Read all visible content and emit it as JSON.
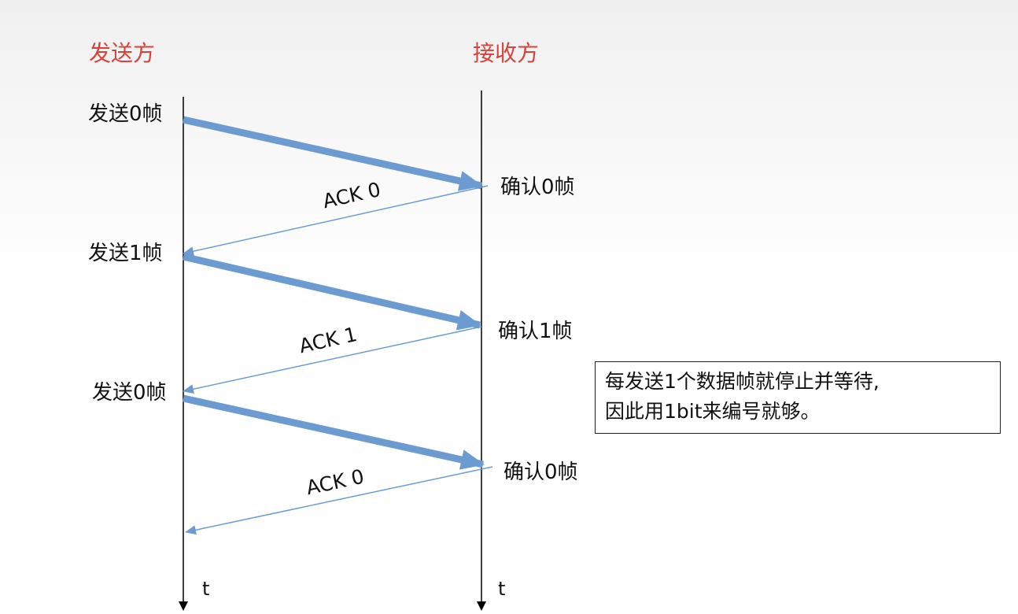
{
  "parties": {
    "sender": "发送方",
    "receiver": "接收方"
  },
  "time_label": "t",
  "colors": {
    "party_label": "#d9413a",
    "frame_arrow": "#6b9bd1",
    "ack_arrow": "#6b9bd1",
    "timeline": "#000000"
  },
  "sender_events": [
    "发送0帧",
    "发送1帧",
    "发送0帧"
  ],
  "receiver_events": [
    "确认0帧",
    "确认1帧",
    "确认0帧"
  ],
  "acks": [
    "ACK 0",
    "ACK 1",
    "ACK 0"
  ],
  "note": {
    "line1": "每发送1个数据帧就停止并等待,",
    "line2": "因此用1bit来编号就够。"
  }
}
